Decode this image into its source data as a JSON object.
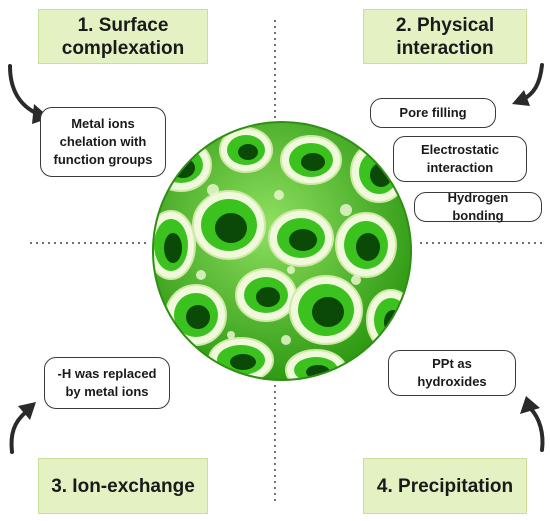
{
  "mechanisms": [
    {
      "title": "1.  Surface\ncomplexation",
      "details": [
        "Metal ions\nchelation with\nfunction groups"
      ]
    },
    {
      "title": "2. Physical\ninteraction",
      "details": [
        "Pore filling",
        "Electrostatic\ninteraction",
        "Hydrogen bonding"
      ]
    },
    {
      "title": "3. Ion-exchange",
      "details": [
        "-H was replaced\nby metal ions"
      ]
    },
    {
      "title": "4. Precipitation",
      "details": [
        "PPt as\nhydroxides"
      ]
    }
  ],
  "colors": {
    "title_fill": "#e3f1c3",
    "sphere_green": "#3cc21e",
    "sphere_dark": "#0b4a06",
    "sphere_light": "#eef8d8"
  },
  "icons": [
    "curved-arrow-icon"
  ]
}
